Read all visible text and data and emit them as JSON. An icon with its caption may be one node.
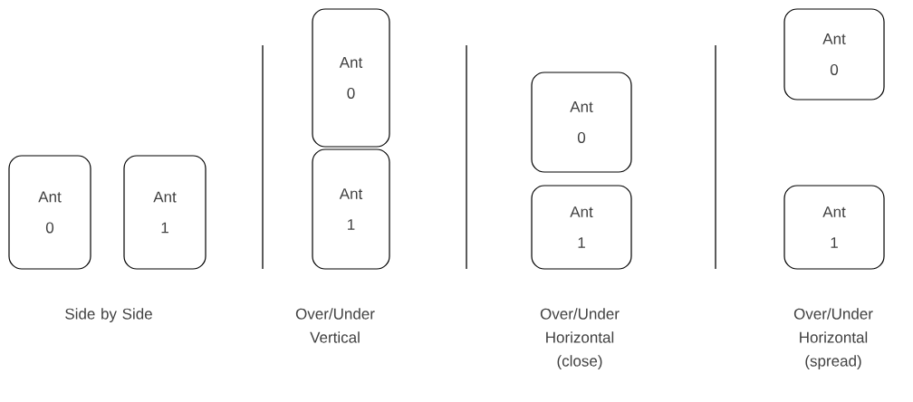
{
  "diagram": {
    "nodes": [
      {
        "text": [
          "Ant 0"
        ]
      },
      {
        "text": [
          "Ant 1"
        ]
      },
      {
        "text": [
          "Ant 0"
        ]
      },
      {
        "text": [
          "Ant 1"
        ]
      },
      {
        "text": [
          "Ant 0"
        ]
      },
      {
        "text": [
          "Ant 1"
        ]
      },
      {
        "text": [
          "Ant 0"
        ]
      },
      {
        "text": [
          "Ant 1"
        ]
      }
    ],
    "labels": [
      "Side by Side",
      "Over/Under Vertical",
      "Over/Under Horizontal (close)",
      "Over/Under Horizontal (spread)"
    ]
  }
}
